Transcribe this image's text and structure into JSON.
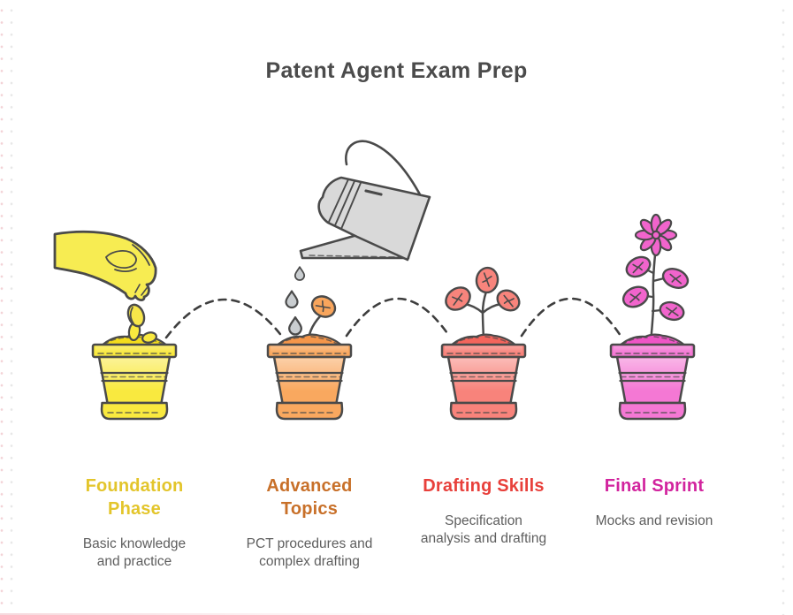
{
  "title": "Patent Agent Exam Prep",
  "stages": [
    {
      "id": "foundation-phase",
      "title_lines": [
        "Foundation",
        "Phase"
      ],
      "desc_lines": [
        "Basic knowledge",
        "and practice"
      ],
      "title_color": "#e3c52b",
      "pot_color": "#f9e93f",
      "soil_color": "#f4dc1c",
      "plant_color": "#f7e64a"
    },
    {
      "id": "advanced-topics",
      "title_lines": [
        "Advanced",
        "Topics"
      ],
      "desc_lines": [
        "PCT procedures and",
        "complex drafting"
      ],
      "title_color": "#c87029",
      "pot_color": "#f9a85f",
      "soil_color": "#f5964a",
      "plant_color": "#f8a55c"
    },
    {
      "id": "drafting-skills",
      "title_lines": [
        "Drafting Skills"
      ],
      "desc_lines": [
        "Specification",
        "analysis and drafting"
      ],
      "title_color": "#e8403b",
      "pot_color": "#f8837b",
      "soil_color": "#f4655c",
      "plant_color": "#f8847c"
    },
    {
      "id": "final-sprint",
      "title_lines": [
        "Final Sprint"
      ],
      "desc_lines": [
        "Mocks and revision"
      ],
      "title_color": "#d2249e",
      "pot_color": "#f478d4",
      "soil_color": "#ef55c6",
      "plant_color": "#f164cc"
    }
  ],
  "art": {
    "hand_color": "#f7ec52",
    "seed_color": "#f7e64a",
    "watering_can_color": "#d9d9d9",
    "water_drop_color": "#c9cdd0",
    "outline_color": "#4a4a4a",
    "arc_color": "#3e3e3e"
  }
}
